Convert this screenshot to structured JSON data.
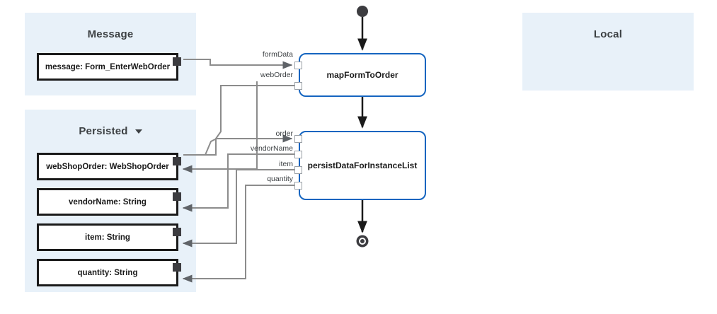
{
  "panels": [
    {
      "id": "message",
      "title": "Message",
      "caret": false
    },
    {
      "id": "persisted",
      "title": "Persisted",
      "caret": true
    },
    {
      "id": "local",
      "title": "Local",
      "caret": false
    }
  ],
  "data_boxes": [
    {
      "id": "message",
      "label": "message: Form_EnterWebOrder",
      "scope": "Message"
    },
    {
      "id": "webshoporder",
      "label": "webShopOrder: WebShopOrder",
      "scope": "Persisted"
    },
    {
      "id": "vendorname",
      "label": "vendorName: String",
      "scope": "Persisted"
    },
    {
      "id": "item",
      "label": "item: String",
      "scope": "Persisted"
    },
    {
      "id": "quantity",
      "label": "quantity: String",
      "scope": "Persisted"
    }
  ],
  "nodes": [
    {
      "id": "map",
      "label": "mapFormToOrder",
      "inputs": [
        "formData",
        "webOrder"
      ]
    },
    {
      "id": "persist",
      "label": "persistDataForInstanceList",
      "inputs": [
        "order",
        "vendorName",
        "item",
        "quantity"
      ]
    }
  ],
  "port_labels": {
    "formData": "formData",
    "webOrder": "webOrder",
    "order": "order",
    "vendorName": "vendorName",
    "item": "item",
    "quantity": "quantity"
  },
  "flow": {
    "start_marker": "start-event-filled-circle",
    "end_marker": "end-event-ringed-circle"
  },
  "colors": {
    "panel_background": "#e8f1f9",
    "node_border": "#1565c0",
    "data_box_border": "#1a1a1a",
    "wire": "#8c8c8c",
    "control_flow": "#1a1a1a",
    "port_fill": "#3c3c40",
    "text": "#3c4043"
  }
}
